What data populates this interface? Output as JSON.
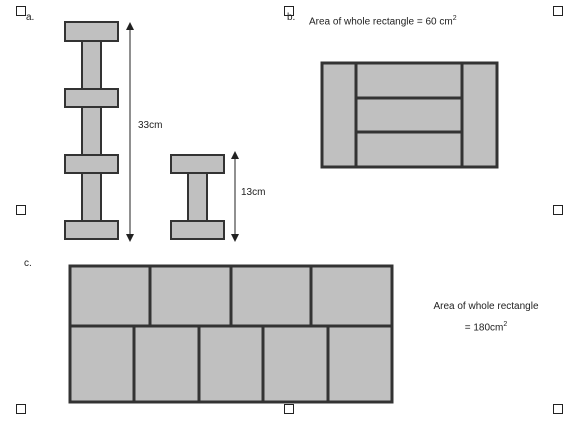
{
  "labels": {
    "a": "a.",
    "b": "b.",
    "c": "c."
  },
  "part_a": {
    "tall_measure": "33cm",
    "short_measure": "13cm"
  },
  "part_b": {
    "area_text": "Area of whole rectangle = 60 cm",
    "area_sup": "2"
  },
  "part_c": {
    "area_line1": "Area of whole rectangle",
    "area_line2": "= 180cm",
    "area_sup": "2"
  },
  "colors": {
    "fill": "#c0c0c0",
    "stroke": "#333333"
  }
}
